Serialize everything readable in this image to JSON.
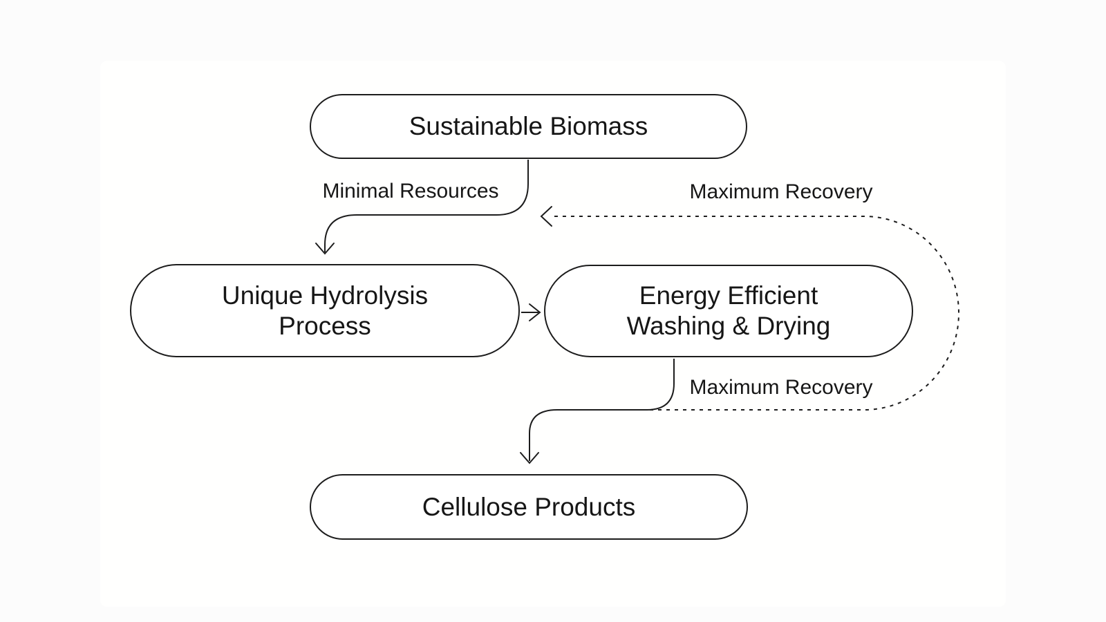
{
  "diagram": {
    "background": "#fcfcfc",
    "panel_background": "#ffffff",
    "stroke_color": "#1c1c1c",
    "text_color": "#161616"
  },
  "nodes": [
    {
      "id": "sustainable-biomass",
      "label": "Sustainable Biomass"
    },
    {
      "id": "unique-hydrolysis-process",
      "label": "Unique Hydrolysis\nProcess"
    },
    {
      "id": "energy-efficient-washing-drying",
      "label": "Energy Efficient\nWashing & Drying"
    },
    {
      "id": "cellulose-products",
      "label": "Cellulose Products"
    }
  ],
  "edges": [
    {
      "from": "sustainable-biomass",
      "to": "unique-hydrolysis-process",
      "style": "solid",
      "label": "Minimal Resources"
    },
    {
      "from": "unique-hydrolysis-process",
      "to": "energy-efficient-washing-drying",
      "style": "solid",
      "label": ""
    },
    {
      "from": "energy-efficient-washing-drying",
      "to": "cellulose-products",
      "style": "solid",
      "label": "Maximum Recovery"
    },
    {
      "from": "energy-efficient-washing-drying",
      "to": "sustainable-biomass",
      "style": "dashed",
      "label": "Maximum Recovery"
    }
  ]
}
